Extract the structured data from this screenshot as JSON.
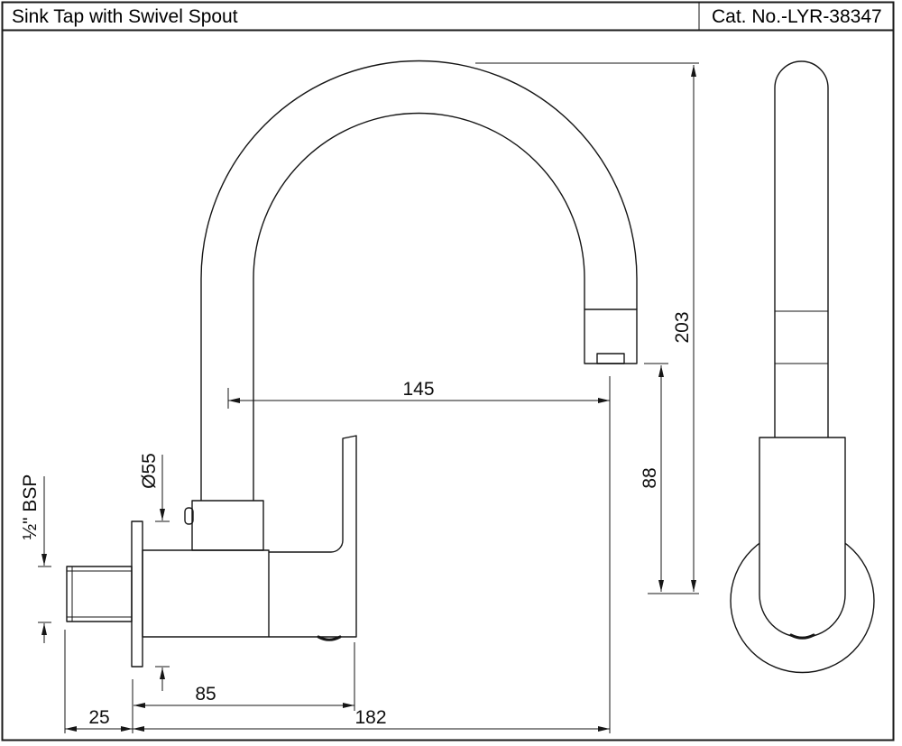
{
  "header": {
    "title": "Sink Tap with Swivel Spout",
    "catalog": "Cat. No.-LYR-38347"
  },
  "dimensions": {
    "spout_reach": "145",
    "overall_height": "203",
    "outlet_height": "88",
    "body_projection": "85",
    "total_projection": "182",
    "wall_offset": "25",
    "flange_diameter": "Ø55",
    "inlet_thread": "½\" BSP"
  },
  "colors": {
    "line": "#161616",
    "background": "#ffffff"
  }
}
